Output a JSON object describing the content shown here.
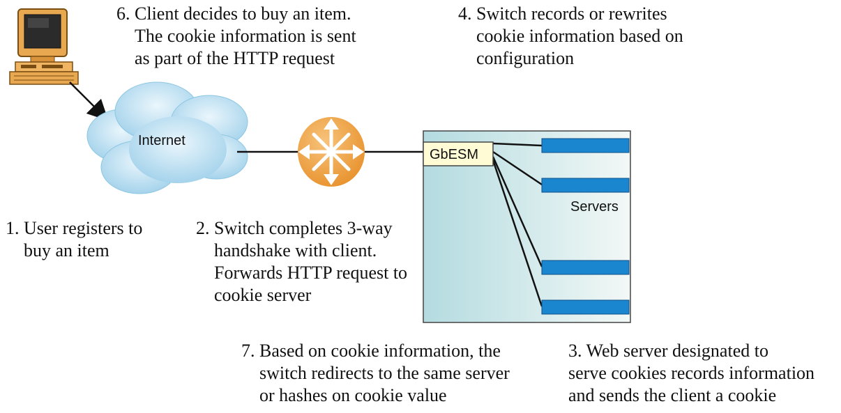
{
  "diagram": {
    "cloud_label": "Internet",
    "switch_label": "GbESM",
    "servers_label": "Servers",
    "colors": {
      "cloud": "#bfe3f4",
      "router": "#f0a64a",
      "server_rack": "#b7dde3",
      "server_bar": "#1a86cf",
      "switch_box": "#fffcd5"
    }
  },
  "notes": {
    "step1": [
      "1. User registers to",
      "buy an item"
    ],
    "step2": [
      "2. Switch completes 3-way",
      "handshake with client.",
      "Forwards HTTP request to",
      "cookie server"
    ],
    "step3": [
      "3. Web server designated to",
      "serve cookies records information",
      "and sends the client a cookie"
    ],
    "step4": [
      "4. Switch records or rewrites",
      "cookie information based on",
      "configuration"
    ],
    "step6": [
      "6. Client decides to buy an item.",
      "The cookie information is sent",
      "as part of the HTTP request"
    ],
    "step7": [
      "7. Based on cookie information, the",
      "switch redirects to the same server",
      "or hashes on cookie value"
    ]
  }
}
